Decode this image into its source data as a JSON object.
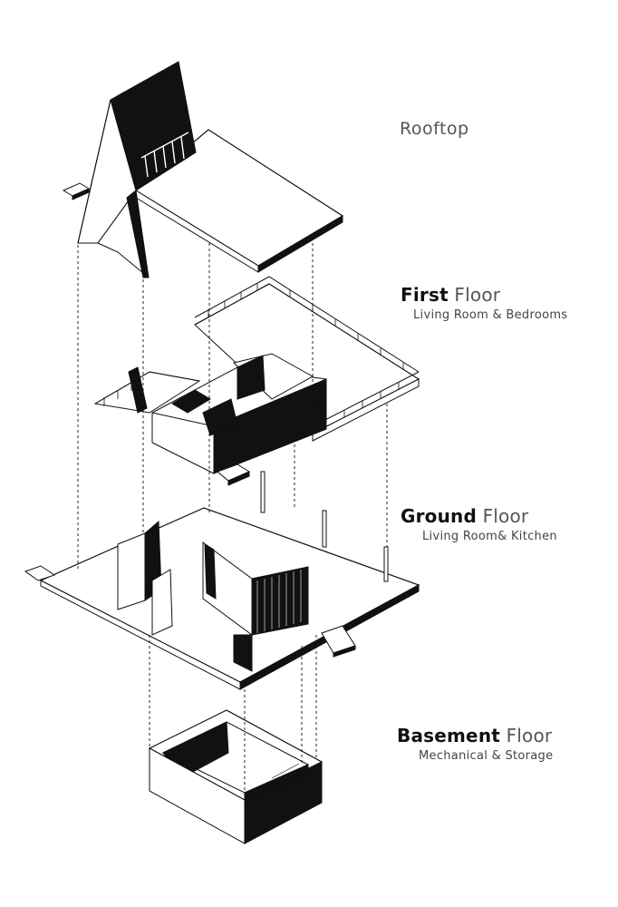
{
  "floors": {
    "rooftop": {
      "light": "Rooftop"
    },
    "first": {
      "bold": "First",
      "light": "Floor",
      "subtitle": "Living Room & Bedrooms"
    },
    "ground": {
      "bold": "Ground",
      "light": "Floor",
      "subtitle": "Living Room& Kitchen"
    },
    "basement": {
      "bold": "Basement",
      "light": "Floor",
      "subtitle": "Mechanical & Storage"
    }
  },
  "colors": {
    "ink": "#111111",
    "paper": "#ffffff",
    "label_light": "#555555"
  }
}
